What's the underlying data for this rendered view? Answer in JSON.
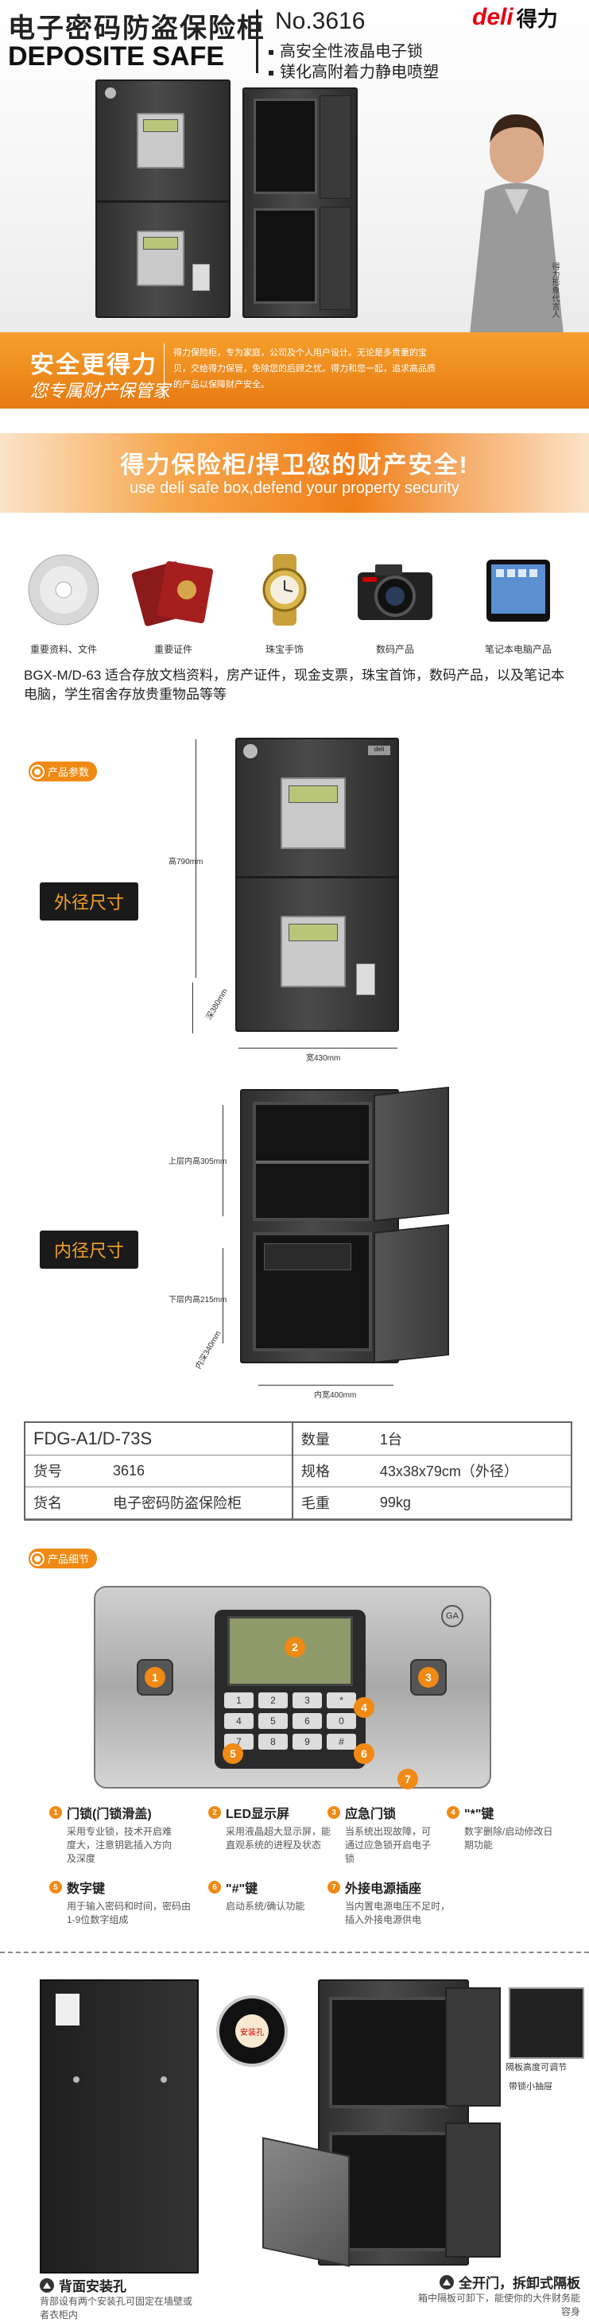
{
  "hero": {
    "title_cn": "电子密码防盗保险柜",
    "title_en": "DEPOSITE SAFE",
    "model_no": "No.3616",
    "features": [
      "高安全性液晶电子锁",
      "镁化高附着力静电喷塑"
    ],
    "brand_en": "deli",
    "brand_cn": "得力"
  },
  "spokesperson": {
    "caption": "得力形象代言人"
  },
  "orange_banner": {
    "slogan_1": "安全更得力",
    "slogan_2": "您专属财产保管家",
    "description": "得力保险柜，专为家庭，公司及个人用户设计。无论是多贵重的宝贝，交给得力保管，免除您的后顾之忧。得力和您一起，追求高品质的产品以保障财产安全。"
  },
  "slogan_band": {
    "cn": "得力保险柜/捍卫您的财产安全!",
    "en": "use deli safe box,defend your property security"
  },
  "storage_items": [
    {
      "label": "重要资料、文件",
      "icon": "cd-icon"
    },
    {
      "label": "重要证件",
      "icon": "passport-icon"
    },
    {
      "label": "珠宝手饰",
      "icon": "watch-icon"
    },
    {
      "label": "数码产品",
      "icon": "camera-icon"
    },
    {
      "label": "笔记本电脑产品",
      "icon": "tablet-icon"
    }
  ],
  "usage_text": "BGX-M/D-63 适合存放文档资料，房产证件，现金支票，珠宝首饰，数码产品，以及笔记本电脑，学生宿舍存放贵重物品等等",
  "params_section": {
    "badge": "产品参数",
    "outer_label": "外径尺寸",
    "inner_label": "内径尺寸",
    "outer_height": "高790mm",
    "outer_depth": "深380mm",
    "outer_width": "宽430mm",
    "inner_upper": "上层内高305mm",
    "inner_lower": "下层内高215mm",
    "inner_depth": "内深340mm",
    "inner_width": "内宽400mm",
    "safe_brand": "deli"
  },
  "specs": {
    "model": "FDG-A1/D-73S",
    "rows": [
      {
        "k1": "货号",
        "v1": "3616",
        "k2": "规格",
        "v2": "43x38x79cm（外径）"
      },
      {
        "k1": "货名",
        "v1": "电子密码防盗保险柜",
        "k2": "毛重",
        "v2": "99kg"
      }
    ],
    "qty_key": "数量",
    "qty_val": "1台"
  },
  "detail_section": {
    "badge": "产品细节",
    "panel_numbers": [
      "1",
      "2",
      "3",
      "4",
      "5",
      "6",
      "7"
    ],
    "keys": [
      "1",
      "2",
      "3",
      "4",
      "5",
      "6",
      "7",
      "8",
      "9",
      "*",
      "0",
      "#"
    ],
    "logo": "GA",
    "features": [
      {
        "n": "1",
        "title": "门锁(门锁滑盖)",
        "desc": "采用专业锁，技术开启难度大，注意钥匙插入方向及深度"
      },
      {
        "n": "2",
        "title": "LED显示屏",
        "desc": "采用液晶超大显示屏，能直观系统的进程及状态"
      },
      {
        "n": "3",
        "title": "应急门锁",
        "desc": "当系统出现故障，可通过应急锁开启电子锁"
      },
      {
        "n": "4",
        "title": "\"*\"键",
        "desc": "数字删除/启动修改日期功能"
      },
      {
        "n": "5",
        "title": "数字键",
        "desc": "用于输入密码和时间，密码由1-9位数字组成"
      },
      {
        "n": "6",
        "title": "\"#\"键",
        "desc": "启动系统/确认功能"
      },
      {
        "n": "7",
        "title": "外接电源插座",
        "desc": "当内置电源电压不足时，插入外接电源供电"
      }
    ]
  },
  "bottom": {
    "back_title": "背面安装孔",
    "back_desc": "背部设有两个安装孔可固定在墙壁或者衣柜内",
    "open_title": "全开门，拆卸式隔板",
    "open_desc": "箱中隔板可卸下，能使你的大件财务能容身",
    "note_shelf": "隔板高度可调节",
    "note_drawer": "带锁小抽屉",
    "sticker": "安装孔"
  },
  "colors": {
    "accent": "#f08a14",
    "brand_red": "#e60012",
    "dark": "#1a1a1a"
  }
}
